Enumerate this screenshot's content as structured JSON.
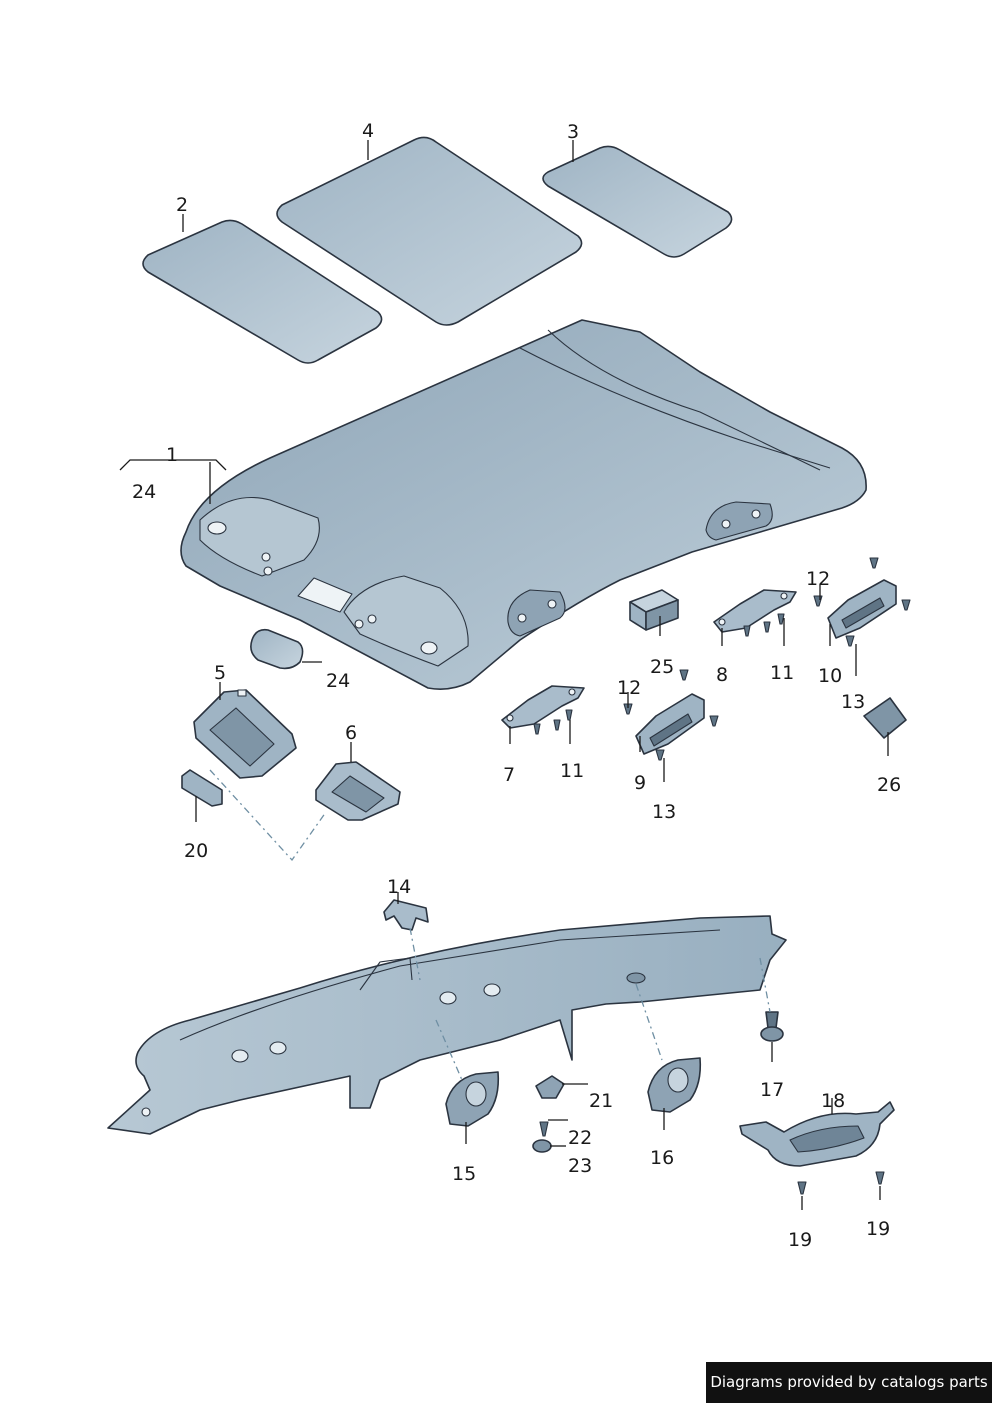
{
  "colors": {
    "part_fill": "#a9bccb",
    "part_fill_light": "#c4d2dc",
    "part_fill_dark": "#7f95a6",
    "outline": "#2b3440",
    "dashline": "#6f8fa3",
    "credit_bg": "#111111",
    "credit_text": "#ffffff"
  },
  "callouts": {
    "c1": "1",
    "c2": "2",
    "c3": "3",
    "c4": "4",
    "c5": "5",
    "c6": "6",
    "c7": "7",
    "c8": "8",
    "c9": "9",
    "c10": "10",
    "c11a": "11",
    "c11b": "11",
    "c12a": "12",
    "c12b": "12",
    "c13a": "13",
    "c13b": "13",
    "c14": "14",
    "c15": "15",
    "c16": "16",
    "c17": "17",
    "c18": "18",
    "c19a": "19",
    "c19b": "19",
    "c20": "20",
    "c21": "21",
    "c22": "22",
    "c23": "23",
    "c24a": "24",
    "c24b": "24",
    "c25": "25",
    "c26": "26"
  },
  "footer": {
    "credit": "Diagrams provided by catalogs parts"
  }
}
